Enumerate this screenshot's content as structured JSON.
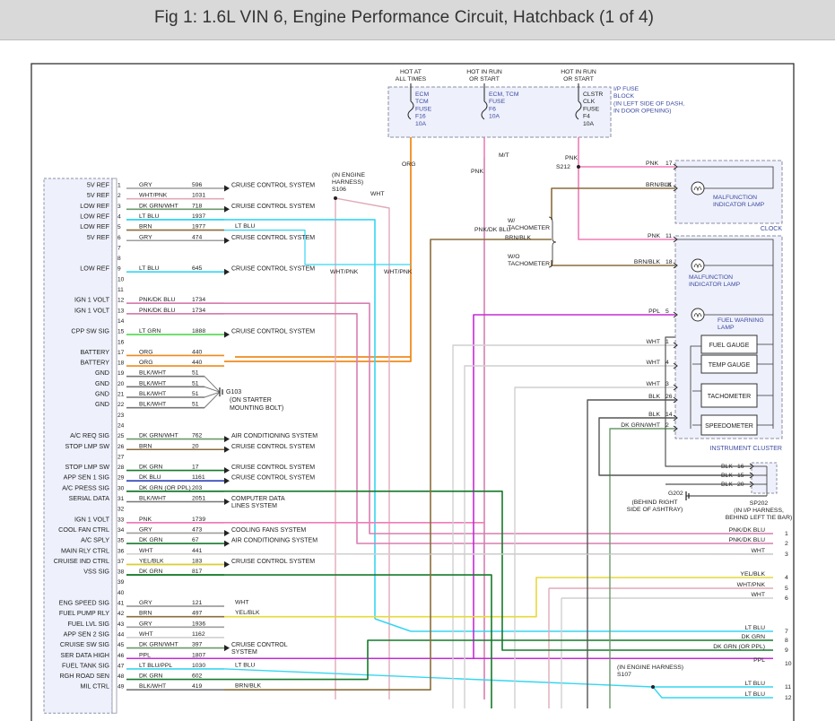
{
  "header": {
    "title": "Fig 1: 1.6L VIN 6, Engine Performance Circuit, Hatchback (1 of 4)"
  },
  "fuse_block": {
    "sources": [
      "HOT AT\nALL TIMES",
      "HOT IN RUN\nOR START",
      "HOT IN RUN\nOR START"
    ],
    "fuses": [
      {
        "label": "ECM\nTCM\nFUSE\nF16\n10A"
      },
      {
        "label": "ECM, TCM\nFUSE\nF6\n10A"
      },
      {
        "label": "CLSTR\nCLK\nFUSE\nF4\n10A"
      }
    ],
    "block_note": "I/P FUSE\nBLOCK\n(IN LEFT SIDE OF DASH,\nIN DOOR OPENING)"
  },
  "ecm_pins": [
    {
      "n": "1",
      "name": "5V REF",
      "color": "GRY",
      "circuit": "596",
      "dest": "CRUISE CONTROL SYSTEM",
      "wc": "#9e9e9e"
    },
    {
      "n": "2",
      "name": "5V REF",
      "color": "WHT/PNK",
      "circuit": "1031",
      "dest": "",
      "wc": "#e0aab8"
    },
    {
      "n": "3",
      "name": "LOW REF",
      "color": "DK GRN/WHT",
      "circuit": "718",
      "dest": "CRUISE CONTROL SYSTEM",
      "wc": "#6a9a6a"
    },
    {
      "n": "4",
      "name": "LOW REF",
      "color": "LT BLU",
      "circuit": "1937",
      "dest": "",
      "wc": "#35d6f2"
    },
    {
      "n": "5",
      "name": "LOW REF",
      "color": "BRN",
      "circuit": "1977",
      "dest": "LT BLU",
      "wc": "#8a6d3b"
    },
    {
      "n": "6",
      "name": "5V REF",
      "color": "GRY",
      "circuit": "474",
      "dest": "CRUISE CONTROL SYSTEM",
      "wc": "#9e9e9e"
    },
    {
      "n": "7",
      "name": "",
      "color": "",
      "circuit": "",
      "dest": "",
      "wc": ""
    },
    {
      "n": "8",
      "name": "",
      "color": "",
      "circuit": "",
      "dest": "",
      "wc": ""
    },
    {
      "n": "9",
      "name": "LOW REF",
      "color": "LT BLU",
      "circuit": "645",
      "dest": "CRUISE CONTROL SYSTEM",
      "wc": "#35d6f2"
    },
    {
      "n": "10",
      "name": "",
      "color": "",
      "circuit": "",
      "dest": "",
      "wc": ""
    },
    {
      "n": "11",
      "name": "",
      "color": "",
      "circuit": "",
      "dest": "",
      "wc": ""
    },
    {
      "n": "12",
      "name": "IGN 1 VOLT",
      "color": "PNK/DK BLU",
      "circuit": "1734",
      "dest": "",
      "wc": "#d77fb0"
    },
    {
      "n": "13",
      "name": "IGN 1 VOLT",
      "color": "PNK/DK BLU",
      "circuit": "1734",
      "dest": "",
      "wc": "#d77fb0"
    },
    {
      "n": "14",
      "name": "",
      "color": "",
      "circuit": "",
      "dest": "",
      "wc": ""
    },
    {
      "n": "15",
      "name": "CPP SW SIG",
      "color": "LT GRN",
      "circuit": "1888",
      "dest": "CRUISE CONTROL SYSTEM",
      "wc": "#4ed84e"
    },
    {
      "n": "16",
      "name": "",
      "color": "",
      "circuit": "",
      "dest": "",
      "wc": ""
    },
    {
      "n": "17",
      "name": "BATTERY",
      "color": "ORG",
      "circuit": "440",
      "dest": "",
      "wc": "#f08a1c"
    },
    {
      "n": "18",
      "name": "BATTERY",
      "color": "ORG",
      "circuit": "440",
      "dest": "",
      "wc": "#f08a1c"
    },
    {
      "n": "19",
      "name": "GND",
      "color": "BLK/WHT",
      "circuit": "51",
      "dest": "",
      "wc": "#777777"
    },
    {
      "n": "20",
      "name": "GND",
      "color": "BLK/WHT",
      "circuit": "51",
      "dest": "",
      "wc": "#777777"
    },
    {
      "n": "21",
      "name": "GND",
      "color": "BLK/WHT",
      "circuit": "51",
      "dest": "",
      "wc": "#777777"
    },
    {
      "n": "22",
      "name": "GND",
      "color": "BLK/WHT",
      "circuit": "51",
      "dest": "",
      "wc": "#777777"
    },
    {
      "n": "23",
      "name": "",
      "color": "",
      "circuit": "",
      "dest": "",
      "wc": ""
    },
    {
      "n": "24",
      "name": "",
      "color": "",
      "circuit": "",
      "dest": "",
      "wc": ""
    },
    {
      "n": "25",
      "name": "A/C REQ SIG",
      "color": "DK GRN/WHT",
      "circuit": "762",
      "dest": "AIR CONDITIONING SYSTEM",
      "wc": "#6a9a6a"
    },
    {
      "n": "26",
      "name": "STOP LMP SW",
      "color": "BRN",
      "circuit": "20",
      "dest": "CRUISE CONTROL SYSTEM",
      "wc": "#8a6d3b"
    },
    {
      "n": "27",
      "name": "",
      "color": "",
      "circuit": "",
      "dest": "",
      "wc": ""
    },
    {
      "n": "28",
      "name": "STOP LMP SW",
      "color": "DK GRN",
      "circuit": "17",
      "dest": "CRUISE CONTROL SYSTEM",
      "wc": "#157a2a"
    },
    {
      "n": "29",
      "name": "APP SEN 1 SIG",
      "color": "DK BLU",
      "circuit": "1161",
      "dest": "CRUISE CONTROL SYSTEM",
      "wc": "#2b3fb8"
    },
    {
      "n": "30",
      "name": "A/C PRESS SIG",
      "color": "DK GRN   (OR PPL)",
      "circuit": "203",
      "dest": "",
      "wc": "#157a2a"
    },
    {
      "n": "31",
      "name": "SERIAL DATA",
      "color": "BLK/WHT",
      "circuit": "2051",
      "dest": "COMPUTER DATA\nLINES SYSTEM",
      "wc": "#777777"
    },
    {
      "n": "32",
      "name": "",
      "color": "",
      "circuit": "",
      "dest": "",
      "wc": ""
    },
    {
      "n": "33",
      "name": "IGN 1 VOLT",
      "color": "PNK",
      "circuit": "1739",
      "dest": "",
      "wc": "#f07cb6"
    },
    {
      "n": "34",
      "name": "COOL FAN CTRL",
      "color": "GRY",
      "circuit": "473",
      "dest": "COOLING FANS SYSTEM",
      "wc": "#9e9e9e"
    },
    {
      "n": "35",
      "name": "A/C SPLY",
      "color": "DK GRN",
      "circuit": "67",
      "dest": "AIR CONDITIONING SYSTEM",
      "wc": "#157a2a"
    },
    {
      "n": "36",
      "name": "MAIN RLY CTRL",
      "color": "WHT",
      "circuit": "441",
      "dest": "",
      "wc": "#cfcfcf"
    },
    {
      "n": "37",
      "name": "CRUISE IND CTRL",
      "color": "YEL/BLK",
      "circuit": "183",
      "dest": "CRUISE CONTROL SYSTEM",
      "wc": "#d9cf3a"
    },
    {
      "n": "38",
      "name": "VSS SIG",
      "color": "DK GRN",
      "circuit": "817",
      "dest": "",
      "wc": "#157a2a"
    },
    {
      "n": "39",
      "name": "",
      "color": "",
      "circuit": "",
      "dest": "",
      "wc": ""
    },
    {
      "n": "40",
      "name": "",
      "color": "",
      "circuit": "",
      "dest": "",
      "wc": ""
    },
    {
      "n": "41",
      "name": "ENG SPEED SIG",
      "color": "GRY",
      "circuit": "121",
      "dest": "WHT",
      "wc": "#9e9e9e"
    },
    {
      "n": "42",
      "name": "FUEL PUMP RLY",
      "color": "BRN",
      "circuit": "497",
      "dest": "YEL/BLK",
      "wc": "#8a6d3b"
    },
    {
      "n": "43",
      "name": "FUEL LVL SIG",
      "color": "GRY",
      "circuit": "1936",
      "dest": "",
      "wc": "#9e9e9e"
    },
    {
      "n": "44",
      "name": "APP SEN 2 SIG",
      "color": "WHT",
      "circuit": "1162",
      "dest": "",
      "wc": "#cfcfcf"
    },
    {
      "n": "45",
      "name": "CRUISE SW SIG",
      "color": "DK GRN/WHT",
      "circuit": "397",
      "dest": "CRUISE CONTROL\nSYSTEM",
      "wc": "#6a9a6a"
    },
    {
      "n": "46",
      "name": "SER DATA HIGH",
      "color": "PPL",
      "circuit": "1807",
      "dest": "",
      "wc": "#c32bd6"
    },
    {
      "n": "47",
      "name": "FUEL TANK SIG",
      "color": "LT BLU/PPL",
      "circuit": "1030",
      "dest": "LT BLU",
      "wc": "#35d6f2"
    },
    {
      "n": "48",
      "name": "RGH ROAD SEN",
      "color": "DK GRN",
      "circuit": "602",
      "dest": "",
      "wc": "#157a2a"
    },
    {
      "n": "49",
      "name": "MIL CTRL",
      "color": "BLK/WHT",
      "circuit": "419",
      "dest": "BRN/BLK",
      "wc": "#777777"
    }
  ],
  "ground": {
    "name": "G103",
    "note": "(ON STARTER\nMOUNTING BOLT)"
  },
  "splices": {
    "s106": "(IN ENGINE\nHARNESS)\nS106",
    "s106_wire": "WHT",
    "s107": "(IN ENGINE HARNESS)\nS107",
    "s212": "S212",
    "sp202": "SP202\n(IN I/P HARNESS,\nBEHIND LEFT TIE BAR)",
    "g202": "G202",
    "g202_note": "(BEHIND RIGHT\nSIDE OF ASHTRAY)"
  },
  "vertical_wires": {
    "org": "ORG",
    "pnk": "PNK",
    "pnk2": "PNK",
    "mt": "M/T",
    "pnk_dk_blu": "PNK/DK BLU",
    "wht_pnk_1": "WHT/PNK",
    "wht_pnk_2": "WHT/PNK"
  },
  "tach_labels": {
    "with": "W/\nTACHOMETER",
    "brn_blk": "BRN/BLK",
    "without": "W/O\nTACHOMETER"
  },
  "clock": {
    "label": "CLOCK",
    "lamp": "MALFUNCTION\nINDICATOR LAMP",
    "pins": [
      {
        "wire": "PNK",
        "pin": "17"
      },
      {
        "wire": "BRN/BLK",
        "pin": "11"
      }
    ]
  },
  "cluster": {
    "label": "INSTRUMENT CLUSTER",
    "mil": "MALFUNCTION\nINDICATOR LAMP",
    "fuel_warn": "FUEL WARNING\nLAMP",
    "gauges": [
      "FUEL GAUGE",
      "TEMP GAUGE",
      "TACHOMETER",
      "SPEEDOMETER"
    ],
    "pins": [
      {
        "wire": "PNK",
        "pin": "11"
      },
      {
        "wire": "BRN/BLK",
        "pin": "18"
      },
      {
        "wire": "PPL",
        "pin": "5"
      },
      {
        "wire": "WHT",
        "pin": "1"
      },
      {
        "wire": "WHT",
        "pin": "4"
      },
      {
        "wire": "WHT",
        "pin": "3"
      },
      {
        "wire": "BLK",
        "pin": "26"
      },
      {
        "wire": "BLK",
        "pin": "14"
      },
      {
        "wire": "DK GRN/WHT",
        "pin": "2"
      }
    ],
    "ground_pins": [
      {
        "wire": "BLK",
        "pin": "16"
      },
      {
        "wire": "BLK",
        "pin": "15"
      },
      {
        "wire": "BLK",
        "pin": "20"
      }
    ]
  },
  "continuations": [
    {
      "wire": "PNK/DK BLU",
      "n": "1"
    },
    {
      "wire": "PNK/DK BLU",
      "n": "2"
    },
    {
      "wire": "WHT",
      "n": "3"
    },
    {
      "wire": "YEL/BLK",
      "n": "4"
    },
    {
      "wire": "WHT/PNK",
      "n": "5"
    },
    {
      "wire": "WHT",
      "n": "6"
    },
    {
      "wire": "LT BLU",
      "n": "7"
    },
    {
      "wire": "DK GRN",
      "n": "8"
    },
    {
      "wire": "DK GRN        (OR PPL)",
      "n": "9"
    },
    {
      "wire": "PPL",
      "n": "10"
    },
    {
      "wire": "LT BLU",
      "n": "11"
    },
    {
      "wire": "LT BLU",
      "n": "12"
    }
  ]
}
